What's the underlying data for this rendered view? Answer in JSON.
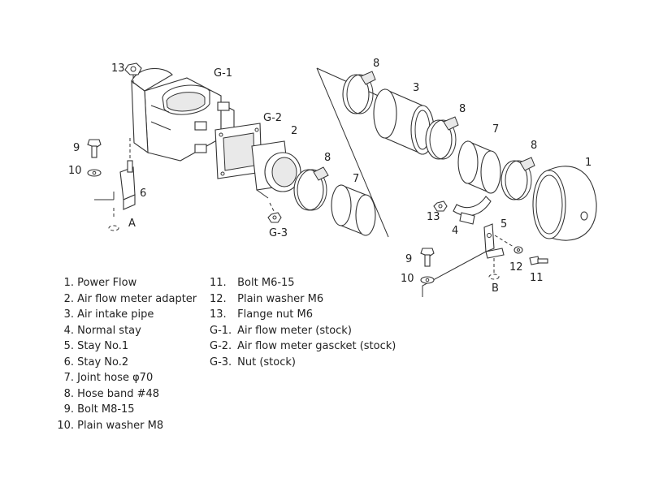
{
  "callouts": {
    "c13_top": "13",
    "cG1": "G-1",
    "cG2": "G-2",
    "c2": "2",
    "c9_left": "9",
    "c10_left": "10",
    "c6": "6",
    "cA": "A",
    "c8_a": "8",
    "c7_a": "7",
    "cG3": "G-3",
    "c8_top": "8",
    "c3": "3",
    "c8_mid": "8",
    "c7_b": "7",
    "c8_right": "8",
    "c1": "1",
    "c13_mid": "13",
    "c4": "4",
    "c5": "5",
    "c9_right": "9",
    "c10_right": "10",
    "c12": "12",
    "c11": "11",
    "cB": "B"
  },
  "legend_left": [
    {
      "num": "1.",
      "text": "Power Flow"
    },
    {
      "num": "2.",
      "text": "Air flow meter adapter"
    },
    {
      "num": "3.",
      "text": "Air intake pipe"
    },
    {
      "num": "4.",
      "text": "Normal stay"
    },
    {
      "num": "5.",
      "text": "Stay  No.1"
    },
    {
      "num": "6.",
      "text": "Stay  No.2"
    },
    {
      "num": "7.",
      "text": "Joint hose  φ70"
    },
    {
      "num": "8.",
      "text": "Hose band  #48"
    },
    {
      "num": "9.",
      "text": "Bolt  M8-15"
    },
    {
      "num": "10.",
      "text": "Plain washer  M8"
    }
  ],
  "legend_right": [
    {
      "num": "11.",
      "text": "Bolt  M6-15"
    },
    {
      "num": "12.",
      "text": "Plain washer  M6"
    },
    {
      "num": "13.",
      "text": "Flange nut  M6"
    },
    {
      "num": "G-1.",
      "text": "Air flow meter (stock)"
    },
    {
      "num": "G-2.",
      "text": "Air flow meter gascket (stock)"
    },
    {
      "num": "G-3.",
      "text": "Nut (stock)"
    }
  ]
}
